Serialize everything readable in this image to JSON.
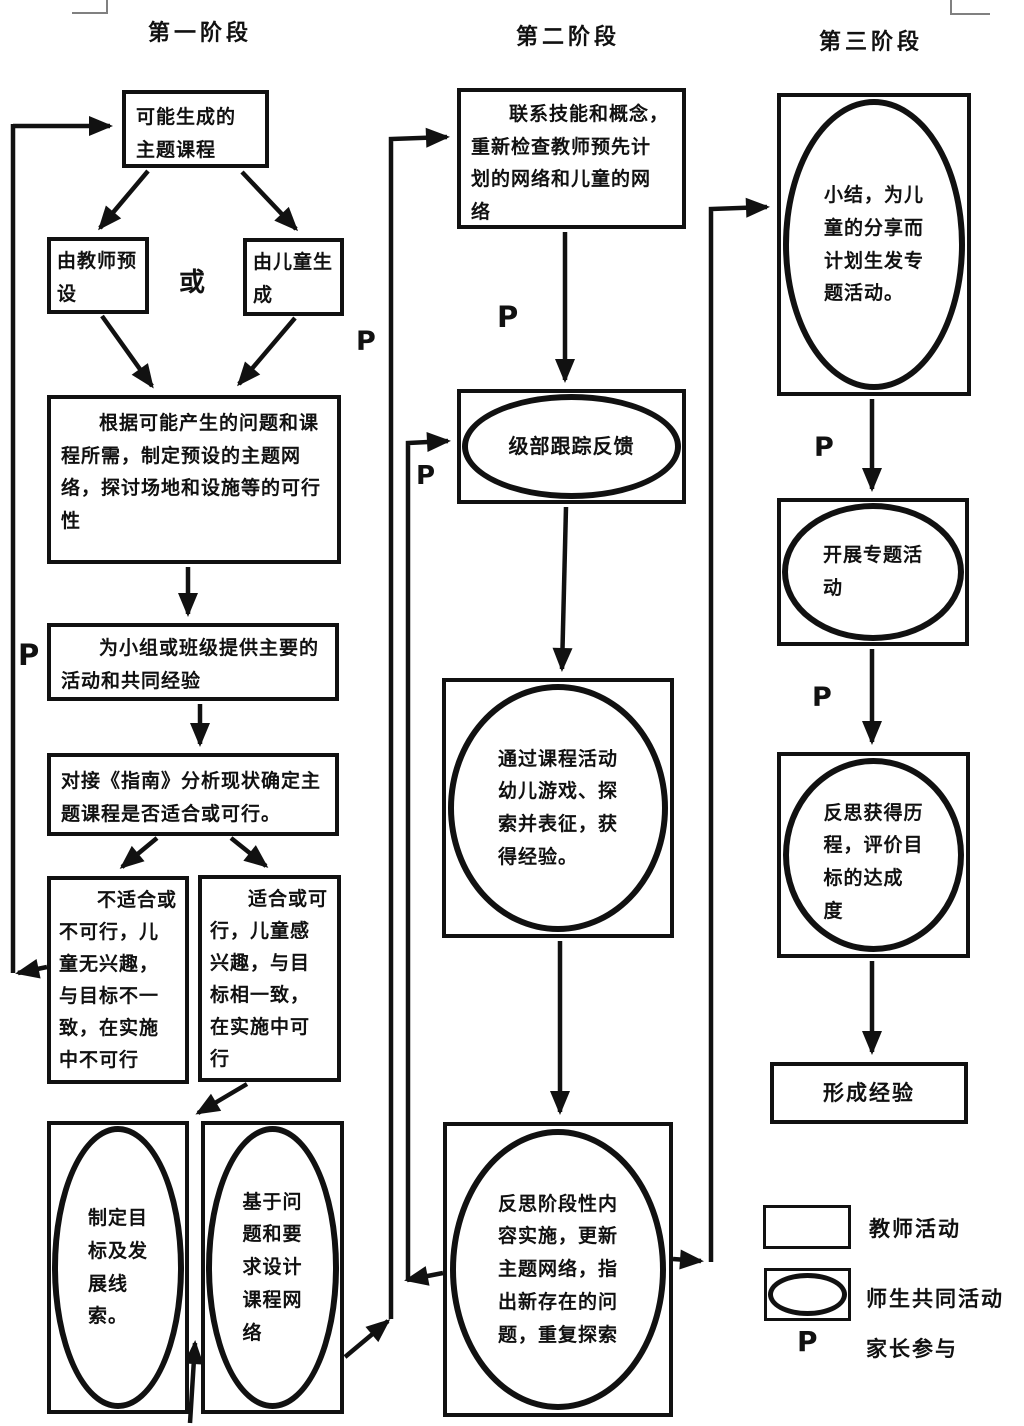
{
  "ink": "#111111",
  "titles": {
    "s1": "第一阶段",
    "s2": "第二阶段",
    "s3": "第三阶段"
  },
  "s1": {
    "theme": "可能生成的\n主题课程",
    "teacher": "由教师预\n设",
    "or": "或",
    "child": "由儿童生\n成",
    "network": "根据可能产生的问题和课\n程所需，制定预设的主题网\n络，探讨场地和设施等的可行\n性",
    "group": "为小组或班级提供主要的\n活动和共同经验",
    "guide": "对接《指南》分析现状确定主\n题课程是否适合或可行。",
    "unsuitable": "不适合或\n不可行，儿\n童无兴趣，\n与目标不一\n致，在实施\n中不可行",
    "suitable": "适合或可\n行，儿童感\n兴趣，与目\n标相一致，\n在实施中可\n行",
    "goal": "制定目\n标及发\n展线\n索。",
    "design": "基于问\n题和要\n求设计\n课程网\n络"
  },
  "s2": {
    "recheck": "联系技能和概念，\n重新检查教师预先计\n划的网络和儿童的网\n络",
    "feedback": "级部跟踪反馈",
    "experience": "通过课程活动\n幼儿游戏、探\n索并表征，获\n得经验。",
    "reflect": "反思阶段性内\n容实施，更新\n主题网络，指\n出新存在的问\n题，重复探索"
  },
  "s3": {
    "summary": "小结，为儿\n童的分享而\n计划生发专\n题活动。",
    "activity": "开展专题活\n动",
    "evaluate": "反思获得历\n程，评价目\n标的达成\n度",
    "final": "形成经验"
  },
  "p": "P",
  "legend": {
    "teacher": "教师活动",
    "joint": "师生共同活动",
    "parent_symbol": "P",
    "parent": "家长参与"
  }
}
